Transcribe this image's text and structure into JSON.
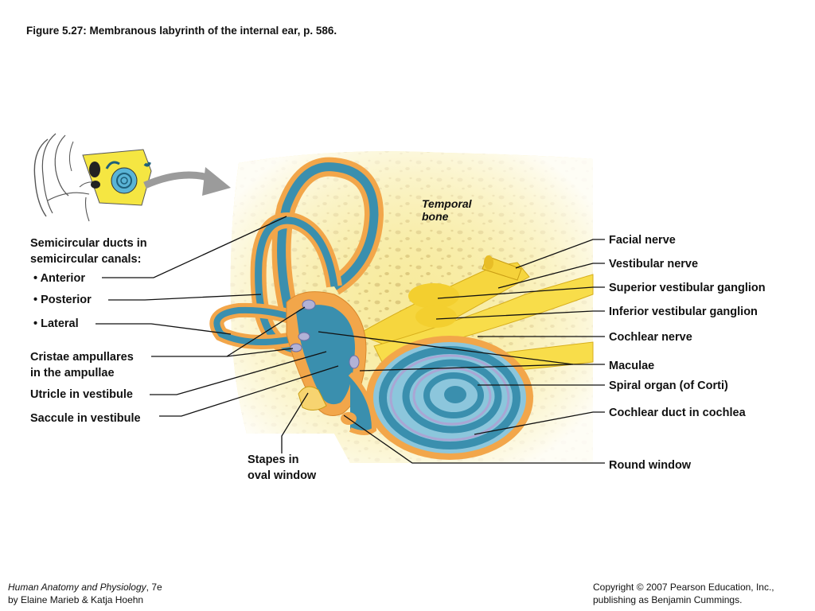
{
  "figure": {
    "title": "Figure 5.27:  Membranous labyrinth of the internal ear, p. 586."
  },
  "labels": {
    "temporal_bone_1": "Temporal",
    "temporal_bone_2": "bone",
    "semicircular_1": "Semicircular ducts in",
    "semicircular_2": "semicircular canals:",
    "anterior": "• Anterior",
    "posterior": "• Posterior",
    "lateral": "• Lateral",
    "cristae_1": "Cristae ampullares",
    "cristae_2": "in the ampullae",
    "utricle": "Utricle in vestibule",
    "saccule": "Saccule in vestibule",
    "stapes_1": "Stapes in",
    "stapes_2": "oval window",
    "facial_nerve": "Facial nerve",
    "vestibular_nerve": "Vestibular nerve",
    "superior_ganglion": "Superior vestibular ganglion",
    "inferior_ganglion": "Inferior vestibular ganglion",
    "cochlear_nerve": "Cochlear nerve",
    "maculae": "Maculae",
    "spiral_organ": "Spiral organ (of Corti)",
    "cochlear_duct": "Cochlear duct in cochlea",
    "round_window": "Round window"
  },
  "footer": {
    "book_title": "Human Anatomy and Physiology",
    "edition": ", 7e",
    "authors": "by Elaine Marieb & Katja Hoehn",
    "copyright": "Copyright © 2007 Pearson Education, Inc.,",
    "publisher": "publishing as Benjamin Cummings."
  },
  "colors": {
    "bone": "#f7ea9c",
    "bone_pore": "#dcc77a",
    "labyrinth_outer": "#f2a64a",
    "labyrinth_inner": "#3a8fae",
    "nerve": "#f5d23a",
    "leader": "#111111"
  }
}
